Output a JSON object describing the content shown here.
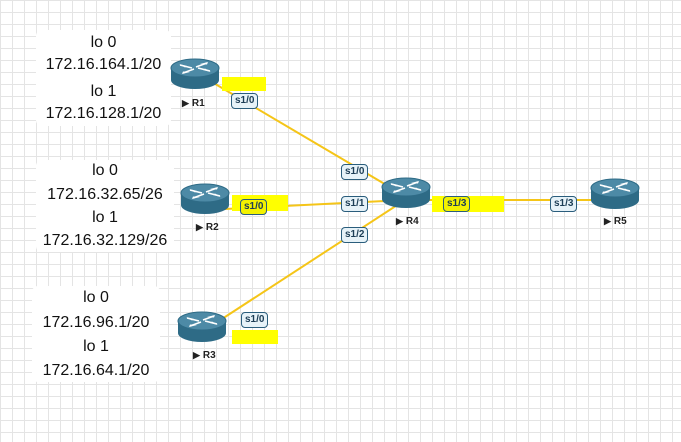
{
  "colors": {
    "link": "#f5c518",
    "highlight": "#ffff00",
    "router_body": "#2e6b86",
    "router_top": "#4d8aa6"
  },
  "routers": [
    {
      "id": "R1",
      "label": "R1"
    },
    {
      "id": "R2",
      "label": "R2"
    },
    {
      "id": "R3",
      "label": "R3"
    },
    {
      "id": "R4",
      "label": "R4"
    },
    {
      "id": "R5",
      "label": "R5"
    }
  ],
  "links": [
    {
      "from": "R1",
      "from_if": "s1/0",
      "to": "R4",
      "to_if": "s1/0"
    },
    {
      "from": "R2",
      "from_if": "s1/0",
      "to": "R4",
      "to_if": "s1/1"
    },
    {
      "from": "R3",
      "from_if": "s1/0",
      "to": "R4",
      "to_if": "s1/2"
    },
    {
      "from": "R4",
      "from_if": "s1/3",
      "to": "R5",
      "to_if": "s1/3"
    }
  ],
  "interfaces": {
    "r1_s10": "s1/0",
    "r2_s10": "s1/0",
    "r3_s10": "s1/0",
    "r4_s10": "s1/0",
    "r4_s11": "s1/1",
    "r4_s12": "s1/2",
    "r4_s13": "s1/3",
    "r5_s13": "s1/3"
  },
  "loopbacks": {
    "R1": [
      {
        "name": "lo 0",
        "addr": "172.16.164.1/20"
      },
      {
        "name": "lo 1",
        "addr": "172.16.128.1/20"
      }
    ],
    "R2": [
      {
        "name": "lo 0",
        "addr": "172.16.32.65/26"
      },
      {
        "name": "lo 1",
        "addr": "172.16.32.129/26"
      }
    ],
    "R3": [
      {
        "name": "lo 0",
        "addr": "172.16.96.1/20"
      },
      {
        "name": "lo 1",
        "addr": "172.16.64.1/20"
      }
    ]
  }
}
